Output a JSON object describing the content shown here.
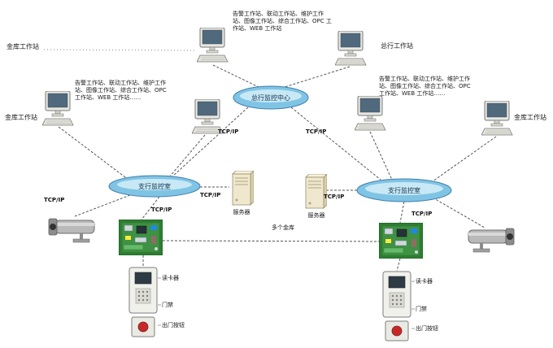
{
  "network": {
    "tcpip": "TCP/IP",
    "rings": {
      "center": "总行监控中心",
      "left": "支行监控室",
      "right": "支行监控室"
    },
    "workstations": {
      "top_left_label": "金库工作站",
      "top_right_label": "总行工作站",
      "left_outer_label": "金库工作站",
      "right_outer_label": "金库工作站"
    },
    "annotations": {
      "top": "告警工作站、联动工作站、维护工作站、图像工作站、综合工作站、OPC 工作站、WEB 工作站",
      "left": "告警工作站、联动工作站、维护工作站、图像工作站、综合工作站、OPC 工作站、WEB 工作站……",
      "right": "告警工作站、联动工作站、维护工作站、图像工作站、综合工作站、OPC 工作站、WEB 工作站……"
    },
    "servers": {
      "left": "服务器",
      "right": "服务器"
    },
    "vaults_label": "多个金库",
    "access_left": {
      "0": "读卡器",
      "1": "门禁",
      "2": "出门按钮"
    },
    "access_right": {
      "0": "读卡器",
      "1": "门禁",
      "2": "出门按钮"
    }
  }
}
